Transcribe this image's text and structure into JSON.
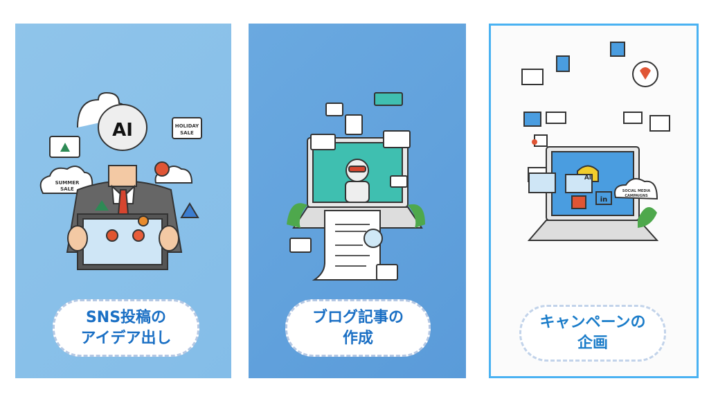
{
  "cards": [
    {
      "label_line1": "SNS投稿の",
      "label_line2": "アイデア出し",
      "art": {
        "head": "AI",
        "bubble1": "HOLIDAY",
        "bubble1b": "SALE",
        "bubble2": "SUMMER",
        "bubble2b": "SALE"
      }
    },
    {
      "label_line1": "ブログ記事の",
      "label_line2": "作成"
    },
    {
      "label_line1": "キャンペーンの",
      "label_line2": "企画",
      "art": {
        "badge": "AI",
        "in": "in",
        "cloud1": "SOCIAL MEDIA",
        "cloud2": "CAMPAIGNS"
      }
    }
  ],
  "colors": {
    "card1": "#8fc4ea",
    "card2": "#5a9bd9",
    "card3_border": "#4ab2f2",
    "label": "#1a6fc4"
  }
}
